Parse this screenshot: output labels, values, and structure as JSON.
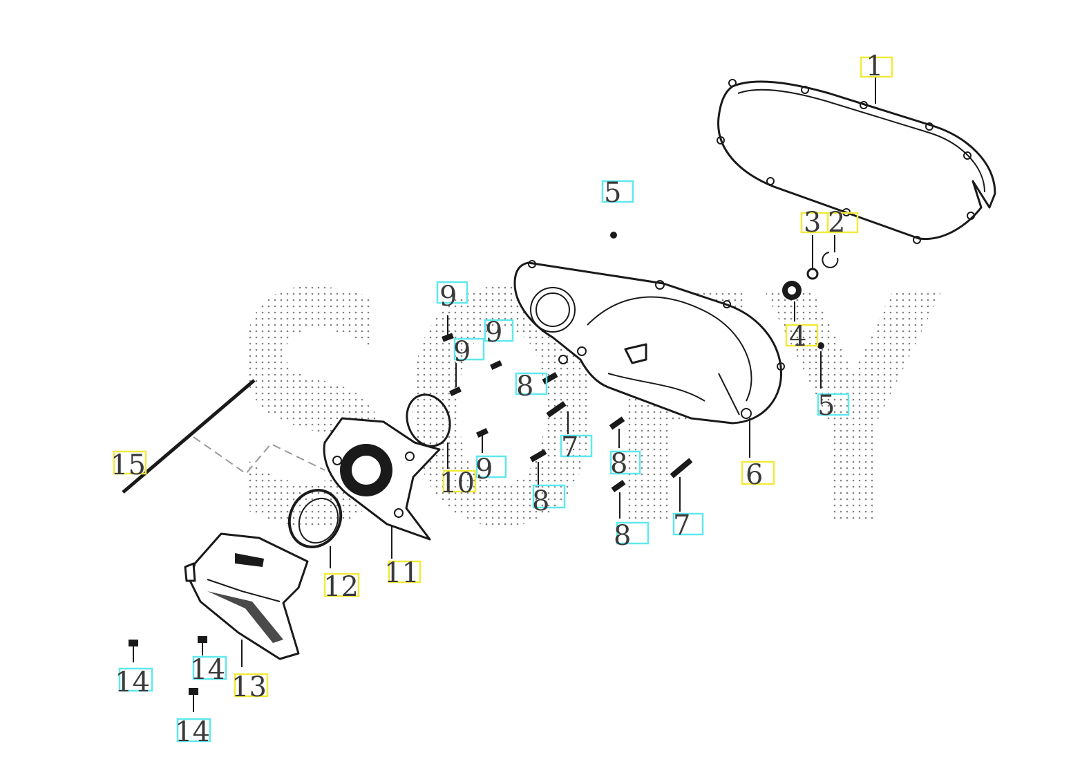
{
  "diagram": {
    "watermark": "SOFY",
    "highlight_colors": {
      "primary_part": "#f2ea3a",
      "fastener": "#5fe8ee"
    },
    "callouts": [
      {
        "id": "c1",
        "label": "1",
        "box": "yellow"
      },
      {
        "id": "c2",
        "label": "2",
        "box": "yellow"
      },
      {
        "id": "c3",
        "label": "3",
        "box": "yellow"
      },
      {
        "id": "c4",
        "label": "4",
        "box": "yellow"
      },
      {
        "id": "c5a",
        "label": "5",
        "box": "cyan"
      },
      {
        "id": "c5b",
        "label": "5",
        "box": "cyan"
      },
      {
        "id": "c6",
        "label": "6",
        "box": "yellow"
      },
      {
        "id": "c7a",
        "label": "7",
        "box": "cyan"
      },
      {
        "id": "c7b",
        "label": "7",
        "box": "cyan"
      },
      {
        "id": "c8a",
        "label": "8",
        "box": "cyan"
      },
      {
        "id": "c8b",
        "label": "8",
        "box": "cyan"
      },
      {
        "id": "c8c",
        "label": "8",
        "box": "cyan"
      },
      {
        "id": "c8d",
        "label": "8",
        "box": "cyan"
      },
      {
        "id": "c9a",
        "label": "9",
        "box": "cyan"
      },
      {
        "id": "c9b",
        "label": "9",
        "box": "cyan"
      },
      {
        "id": "c9c",
        "label": "9",
        "box": "cyan"
      },
      {
        "id": "c9d",
        "label": "9",
        "box": "cyan"
      },
      {
        "id": "c10",
        "label": "10",
        "box": "yellow"
      },
      {
        "id": "c11",
        "label": "11",
        "box": "yellow"
      },
      {
        "id": "c12",
        "label": "12",
        "box": "yellow"
      },
      {
        "id": "c13",
        "label": "13",
        "box": "yellow"
      },
      {
        "id": "c14a",
        "label": "14",
        "box": "cyan"
      },
      {
        "id": "c14b",
        "label": "14",
        "box": "cyan"
      },
      {
        "id": "c14c",
        "label": "14",
        "box": "cyan"
      },
      {
        "id": "c15",
        "label": "15",
        "box": "yellow"
      }
    ]
  }
}
